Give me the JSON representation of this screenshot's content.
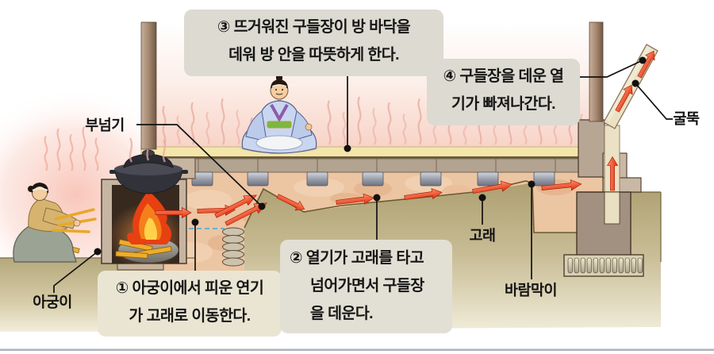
{
  "diagram": {
    "labels": {
      "buneomgi": "부넘기",
      "agungi": "아궁이",
      "gorae": "고래",
      "barammagi": "바람막이",
      "gulttuk": "굴뚝"
    },
    "callouts": {
      "c1": {
        "line1": "① 아궁이에서 피운 연기",
        "line2": "가 고래로 이동한다."
      },
      "c2": {
        "line1": "② 열기가 고래를 타고",
        "line2": "넘어가면서 구들장",
        "line3": "을 데운다."
      },
      "c3": {
        "line1": "③ 뜨거워진 구들장이 방 바닥을",
        "line2": "데워 방 안을 따뜻하게 한다."
      },
      "c4": {
        "line1": "④ 구들장을 데운 열",
        "line2": "기가 빠져나간다."
      }
    },
    "colors": {
      "arrow_red": "#e5330f",
      "room_pink": "#f8d3c7",
      "underfloor_pink": "#ecc5a2",
      "ground_olive": "#ac9f70",
      "callout_gray": "#dcdad1",
      "callout_cream": "#eae5d3",
      "floor_cream": "#f4e5ab",
      "stone_slab": "#b3a391",
      "wood_brown": "#b7a694"
    }
  }
}
